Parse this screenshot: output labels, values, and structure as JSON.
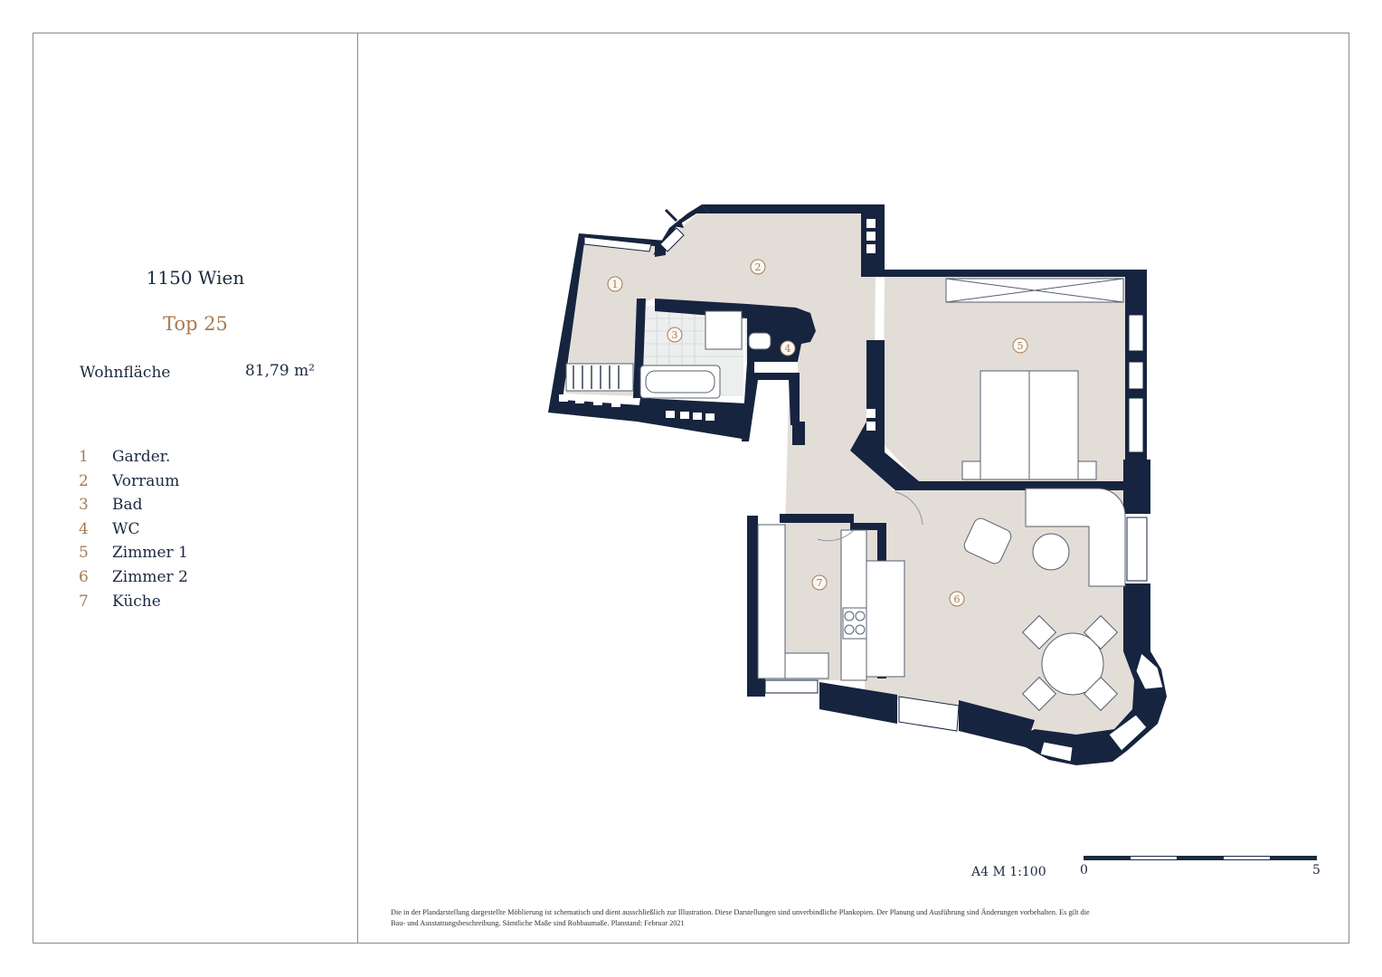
{
  "location": "1150 Wien",
  "unit": "Top 25",
  "living_area": {
    "label": "Wohnfläche",
    "value": "81,79 m²"
  },
  "rooms": [
    {
      "num": "1",
      "name": "Garder."
    },
    {
      "num": "2",
      "name": "Vorraum"
    },
    {
      "num": "3",
      "name": "Bad"
    },
    {
      "num": "4",
      "name": "WC"
    },
    {
      "num": "5",
      "name": "Zimmer 1"
    },
    {
      "num": "6",
      "name": "Zimmer 2"
    },
    {
      "num": "7",
      "name": "Küche"
    }
  ],
  "plan_markers": [
    "1",
    "2",
    "3",
    "4",
    "5",
    "6",
    "7"
  ],
  "scale": {
    "label": "A4  M 1:100",
    "start": "0",
    "end": "5"
  },
  "disclaimer": "Die in der Plandarstellung dargestellte Möblierung ist schematisch und dient ausschließlich zur Illustration. Diese Darstellungen sind unverbindliche Plankopien. Der Planung und Ausführung sind Änderungen vorbehalten. Es gilt die Bau- und Ausstattungsbeschreibung. Sämtliche Maße sind Rohbaumaße. Planstand: Februar 2021",
  "colors": {
    "wall": "#16243f",
    "floor": "#e3ddd8",
    "accent": "#a87b52",
    "tile": "#edeeee"
  }
}
